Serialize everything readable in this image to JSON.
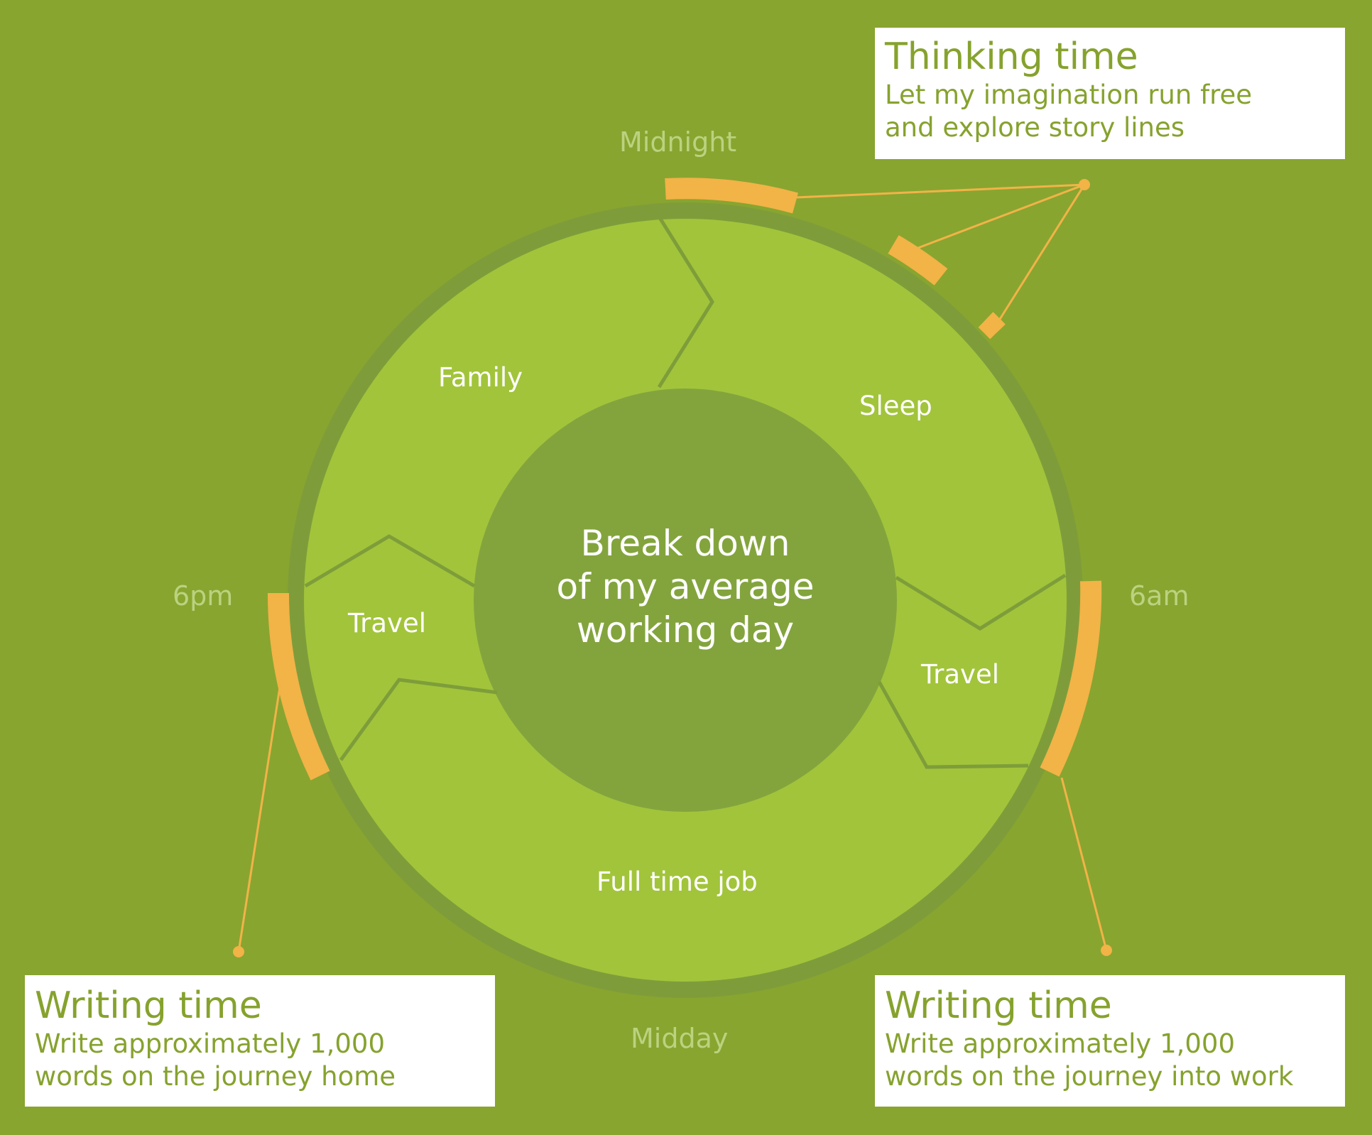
{
  "center": {
    "title_lines": [
      "Break down",
      "of my average",
      "working day"
    ]
  },
  "clock_labels": {
    "midnight": "Midnight",
    "six_am": "6am",
    "midday": "Midday",
    "six_pm": "6pm"
  },
  "segments": {
    "family": "Family",
    "sleep": "Sleep",
    "travel_morning": "Travel",
    "travel_evening": "Travel",
    "full_time_job": "Full time job"
  },
  "callouts": {
    "thinking": {
      "title": "Thinking time",
      "lines": [
        "Let my imagination run free",
        "and explore story lines"
      ]
    },
    "writing_home": {
      "title": "Writing time",
      "lines": [
        "Write approximately 1,000",
        "words on the journey home"
      ]
    },
    "writing_work": {
      "title": "Writing time",
      "lines": [
        "Write approximately 1,000",
        "words on the journey into work"
      ]
    }
  },
  "colors": {
    "background": "#88a530",
    "ring": "#a2c43b",
    "ring_border": "#7e9d3a",
    "center": "#83a43d",
    "accent": "#f2b347",
    "callout_text": "#86a22e",
    "clock_label": "#bcd27f"
  }
}
